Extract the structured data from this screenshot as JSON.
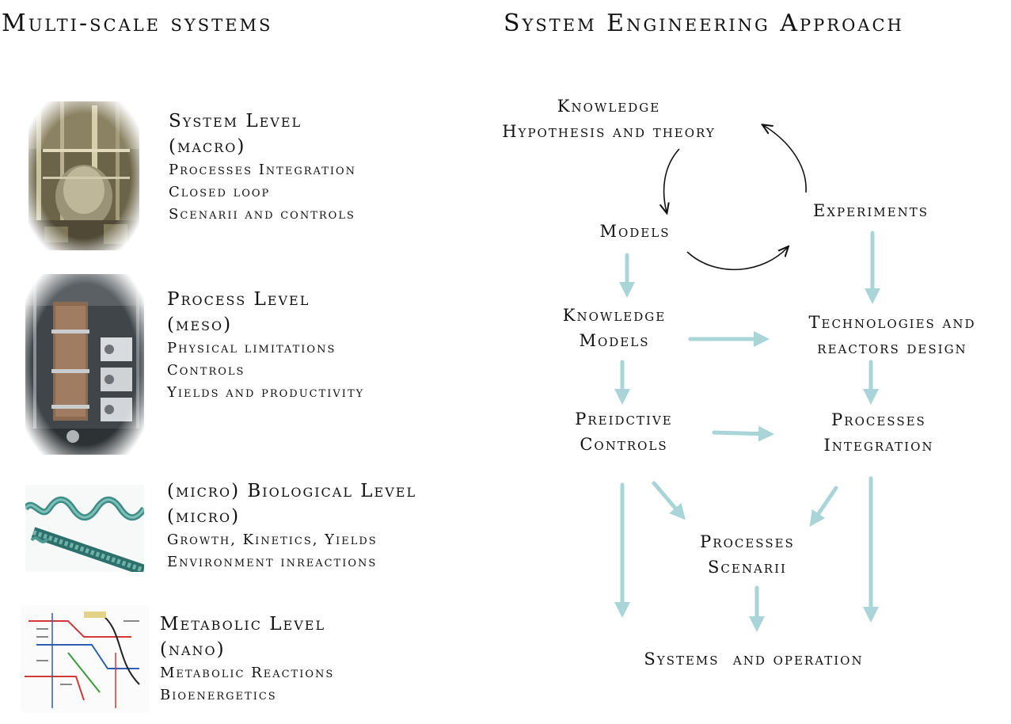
{
  "headings": {
    "left": "Multi-scale systems",
    "right": "System Engineering Approach"
  },
  "levels": [
    {
      "title": "System Level",
      "scale": "(macro)",
      "items": [
        "Processes Integration",
        "Closed loop",
        "Scenarii and controls"
      ],
      "image_icon": "bioreactor-plant-photo"
    },
    {
      "title": "Process Level",
      "scale": "(meso)",
      "items": [
        "Physical limitations",
        "Controls",
        "Yields and productivity"
      ],
      "image_icon": "packed-column-reactor-photo"
    },
    {
      "title": "(micro) Biological Level",
      "scale": "(micro)",
      "items": [
        "Growth, Kinetics, Yields",
        "Environment inreactions"
      ],
      "image_icon": "spirulina-filament-photo"
    },
    {
      "title": "Metabolic Level",
      "scale": "(nano)",
      "items": [
        "Metabolic Reactions",
        "Bioenergetics"
      ],
      "image_icon": "metabolic-pathway-map"
    }
  ],
  "cycle": {
    "knowledge": [
      "Knowledge",
      "Hypothesis and theory"
    ],
    "experiments": "Experiments",
    "models": "Models"
  },
  "flow": {
    "knowledge_models": [
      "Knowledge",
      "Models"
    ],
    "technologies": [
      "Technologies and",
      "reactors design"
    ],
    "predictive_controls": [
      "Preidctive",
      "Controls"
    ],
    "processes_integration": [
      "Processes",
      "Integration"
    ],
    "processes_scenarii": [
      "Processes",
      "Scenarii"
    ],
    "systems_operation": "Systems  and operation"
  },
  "colors": {
    "arrow": "#a9d4d8",
    "cycle_line": "#111111",
    "text": "#111111"
  }
}
